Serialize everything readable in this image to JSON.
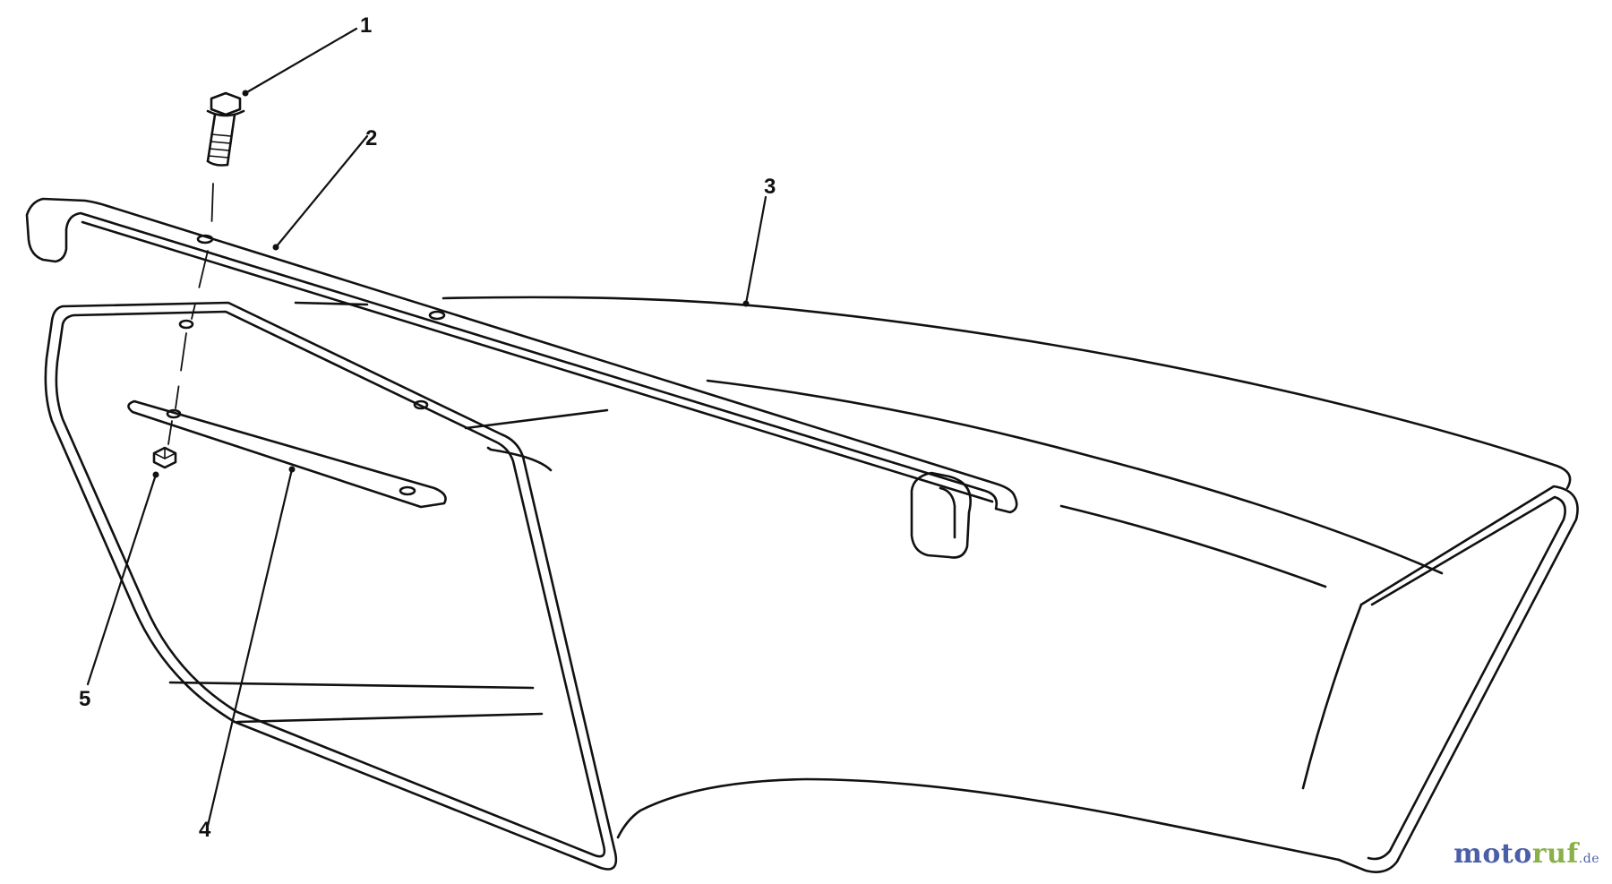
{
  "callouts": {
    "c1": "1",
    "c2": "2",
    "c3": "3",
    "c4": "4",
    "c5": "5"
  },
  "logo": {
    "main": "motoruf",
    "suffix": ".de",
    "colors": {
      "blue": "#4a5fa8",
      "green": "#8ab04a"
    }
  },
  "line_color": "#111111"
}
